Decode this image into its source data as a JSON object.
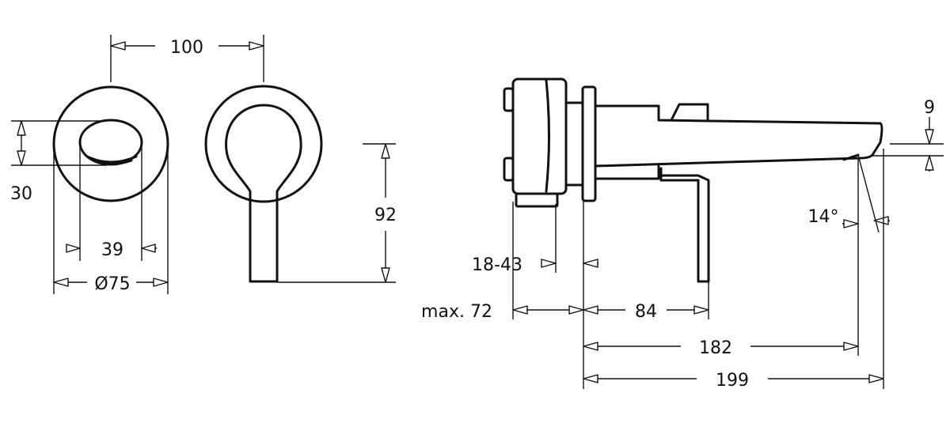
{
  "dimensions": {
    "width_100": "100",
    "height_30": "30",
    "diameter_39": "39",
    "diameter_75": "Ø75",
    "height_92": "92",
    "spout_9": "9",
    "angle_14": "14°",
    "wall_18_43": "18-43",
    "max_72": "max. 72",
    "lever_84": "84",
    "spout_182": "182",
    "spout_199": "199"
  }
}
